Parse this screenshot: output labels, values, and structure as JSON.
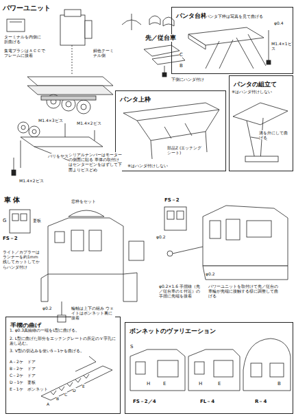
{
  "diagram": {
    "nodes": [
      {
        "text": [
          "パンタ台枠"
        ]
      },
      {
        "text": [
          "パンタ上枠"
        ]
      },
      {
        "text": [
          "パンタの組立て"
        ]
      },
      {
        "text": [
          "手摺の曲げ"
        ]
      },
      {
        "text": [
          "ボンネットのヴァリエーション"
        ]
      }
    ],
    "labels": [
      "パワーユニット",
      "ターミナルを内側に折曲げる",
      "集電ブラシはＡＣＣでフレームに接着",
      "銅色テーミナル側",
      "M1.4×3ビス",
      "M1.4×2ビス",
      "バリをヤスる",
      "シリアルナンバーはモーターの側面に貼る 車体の取付けはセンターピンをはずして下面よりビスどめ",
      "M1.4×2ビス",
      "先／従台車",
      "下側にハンダ付け",
      "パンタ下枠は写真を見て曲げる",
      "φ0.4",
      "M1.4×1ビス",
      "C",
      "B",
      "部品Z (エッチング シート)",
      "※はハンダ付けしない",
      "※はハンダ付けしない",
      "溝を外にして曲げる",
      "車 体",
      "窓枠をセット",
      "G",
      "FS－2",
      "妻板",
      "ライト／カプラーはランナーを約1mm残してカットしてからハンダ付け",
      "φ0.2",
      "輪軸は上下の組み ウェイトはボンネット裏に接着",
      "FS－2",
      "φ0.2",
      "φ0.2",
      "φ0.2×1.6 手摺線（先／従台車のＥ付近）の手摺に先端を接着",
      "パワーユニットを取付けて先／従台の車輪が先端に接触する様に調整して曲げる",
      "1. φ0.3真鍮線の一端をL型に曲げる。",
      "2. L型に曲げた部分をエッチングレートの所定のＶ字孔に差し込む。",
      "3. V型の切込みを使い5～1ケを曲げる。",
      "A－2ケ　ドア",
      "B－2ケ　ドア",
      "C－2ケ　ドア",
      "D－1ケ　妻板",
      "E－1ケ　ボンネット",
      "A",
      "B",
      "C",
      "D",
      "E",
      "S",
      "E",
      "H",
      "E",
      "H",
      "B",
      "FS－2／4",
      "FL－4",
      "R－4"
    ]
  }
}
